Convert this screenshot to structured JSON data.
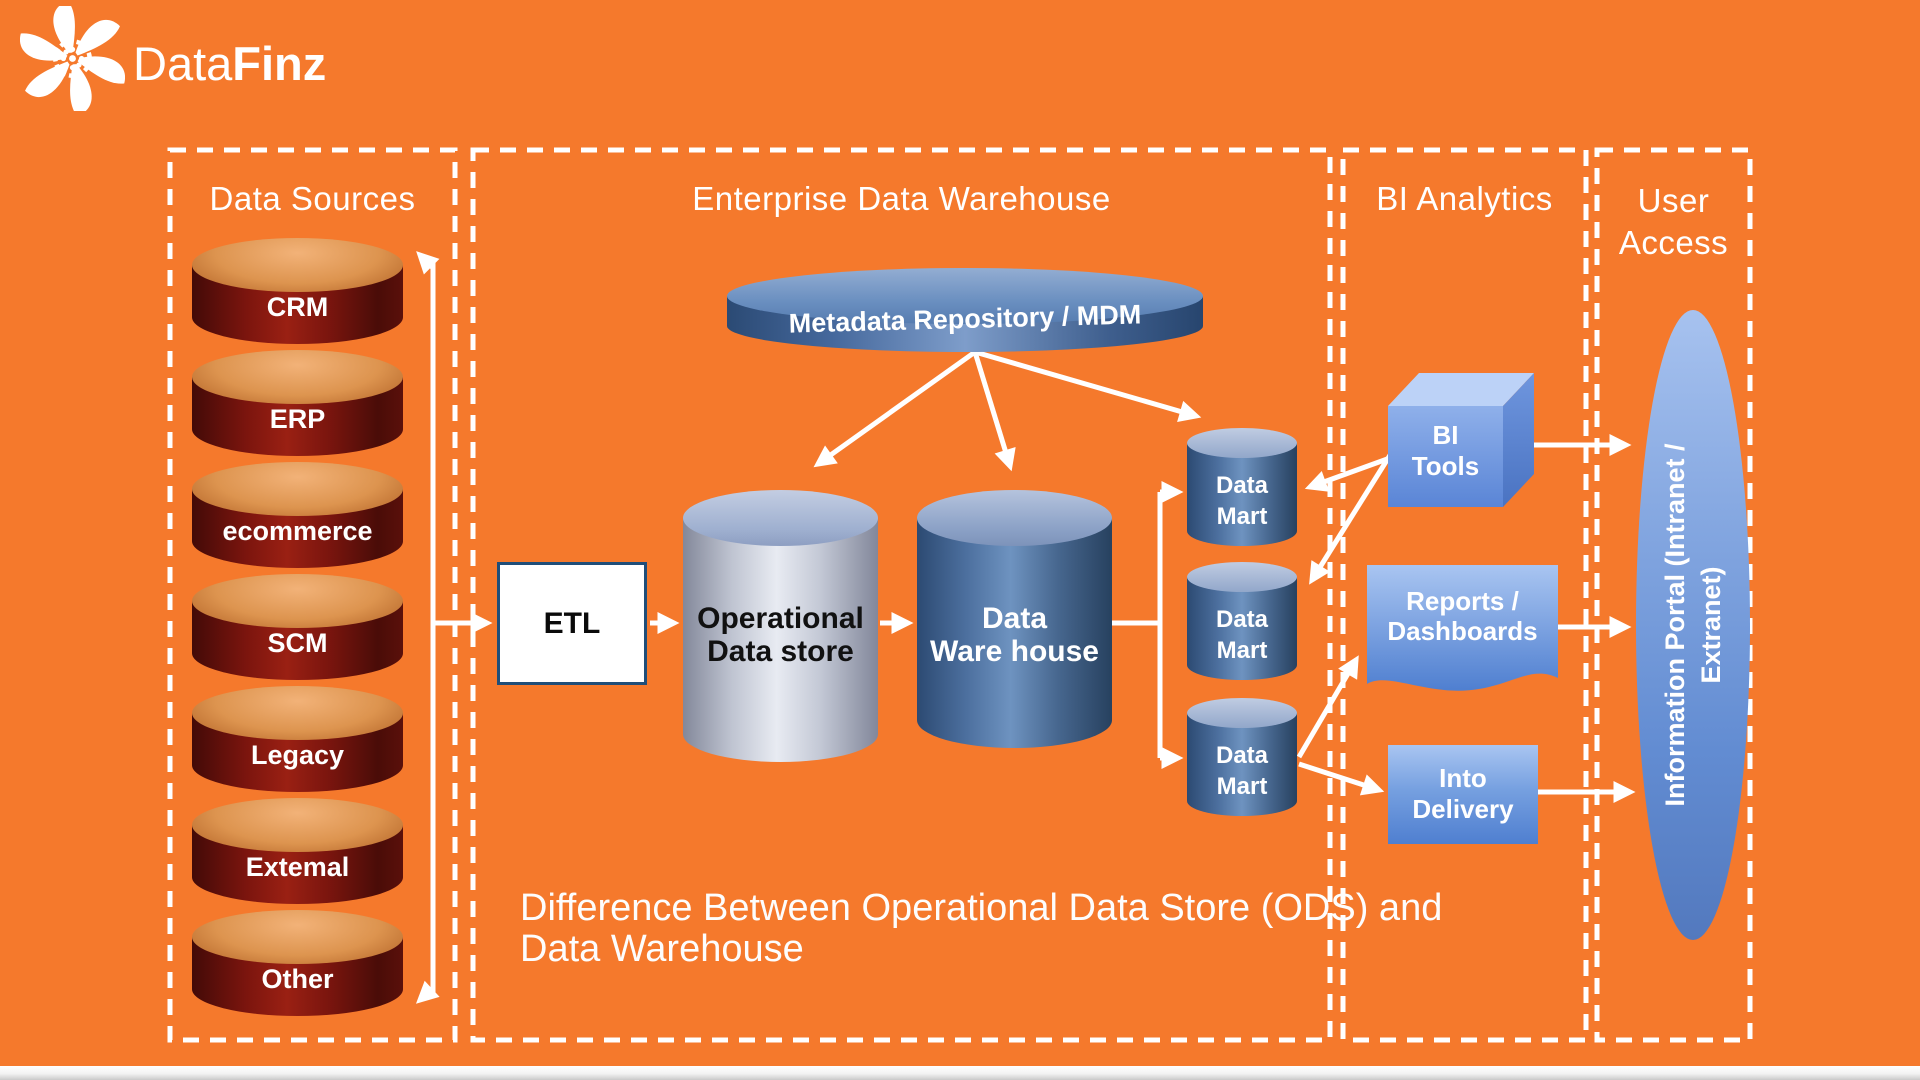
{
  "brand": {
    "icon": "pinwheel-icon",
    "name_light": "Data",
    "name_bold": "Finz"
  },
  "headers": {
    "data_sources": "Data Sources",
    "edw": "Enterprise Data Warehouse",
    "bi": "BI Analytics",
    "user_access_line1": "User",
    "user_access_line2": "Access"
  },
  "data_sources": {
    "cylinders": [
      "CRM",
      "ERP",
      "ecommerce",
      "SCM",
      "Legacy",
      "Extemal",
      "Other"
    ]
  },
  "edw": {
    "metadata_disk": "Metadata Repository / MDM",
    "etl": "ETL",
    "ods": {
      "line1": "Operational",
      "line2": "Data store"
    },
    "dwh": {
      "line1": "Data",
      "line2": "Ware house"
    },
    "marts": [
      {
        "line1": "Data",
        "line2": "Mart"
      },
      {
        "line1": "Data",
        "line2": "Mart"
      },
      {
        "line1": "Data",
        "line2": "Mart"
      }
    ]
  },
  "bi": {
    "tools": {
      "line1": "BI",
      "line2": "Tools"
    },
    "reports": {
      "line1": "Reports /",
      "line2": "Dashboards"
    },
    "delivery": {
      "line1": "Into",
      "line2": "Delivery"
    }
  },
  "user_access": {
    "portal": {
      "line1": "Information Portal (Intranet /",
      "line2": "Extranet)"
    }
  },
  "caption": {
    "line1": "Difference Between Operational Data Store (ODS) and",
    "line2": "Data Warehouse"
  },
  "colors": {
    "background": "#F5792C",
    "source_cylinder": "#7C150E",
    "source_cylinder_top": "#DD944F",
    "blue_cylinder": "#4C6F9E",
    "silver_cylinder": "#C4C9D6",
    "light_blue_shape": "#76A0E0",
    "etl_border": "#1F4E79",
    "line_color": "#FFFFFF"
  }
}
